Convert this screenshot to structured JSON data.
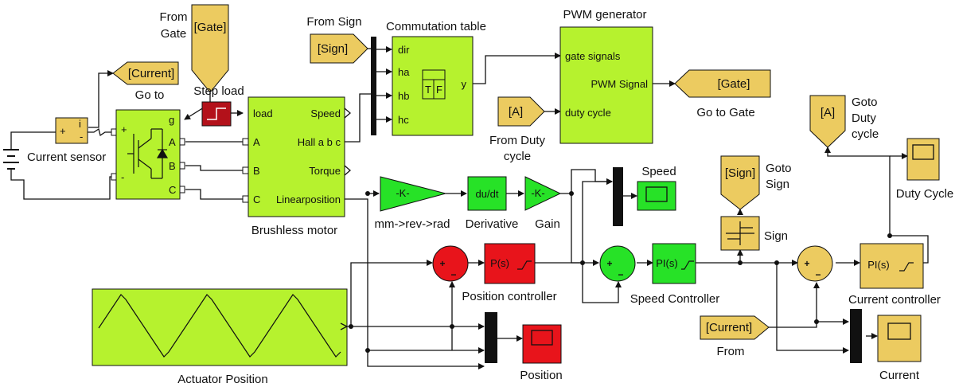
{
  "colors": {
    "lime": "#b6f22e",
    "green": "#27e227",
    "red": "#e8141b",
    "darkred": "#b3111a",
    "gold": "#eccb60",
    "black": "#111111"
  },
  "tags": {
    "from_gate": {
      "title_1": "From",
      "title_2": "Gate",
      "text": "[Gate]"
    },
    "goto_current": {
      "text": "[Current]",
      "caption": "Go to"
    },
    "from_sign": {
      "caption": "From Sign",
      "text": "[Sign]"
    },
    "from_duty": {
      "text": "[A]",
      "caption_1": "From Duty",
      "caption_2": "cycle"
    },
    "goto_gate": {
      "text": "[Gate]",
      "caption": "Go to Gate"
    },
    "goto_duty": {
      "text": "[A]",
      "caption_1": "Goto",
      "caption_2": "Duty",
      "caption_3": "cycle"
    },
    "goto_sign": {
      "text": "[Sign]",
      "caption_1": "Goto",
      "caption_2": "Sign"
    },
    "from_current": {
      "text": "[Current]",
      "caption": "From"
    }
  },
  "blocks": {
    "current_sensor": {
      "caption": "Current sensor",
      "plus": "+",
      "minus": "-",
      "i": "i"
    },
    "inverter": {
      "g": "g",
      "a": "A",
      "b": "B",
      "c": "C",
      "plus": "+",
      "minus": "-"
    },
    "step_load": {
      "caption": "Step load"
    },
    "motor": {
      "caption": "Brushless motor",
      "in": [
        "load",
        "A",
        "B",
        "C"
      ],
      "out": [
        "Speed",
        "Hall a b c",
        "Torque",
        "Linearposition"
      ]
    },
    "commutation": {
      "title": "Commutation table",
      "in": [
        "dir",
        "ha",
        "hb",
        "hc"
      ],
      "out": "y",
      "t": "T",
      "f": "F"
    },
    "pwm": {
      "title": "PWM generator",
      "in_1": "gate signals",
      "in_2": "duty cycle",
      "out": "PWM Signal"
    },
    "mm_gain": {
      "text": "-K-",
      "caption": "mm->rev->rad"
    },
    "derivative": {
      "text": "du/dt",
      "caption": "Derivative"
    },
    "gain": {
      "text": "-K-",
      "caption": "Gain"
    },
    "speed_scope": {
      "caption": "Speed"
    },
    "sign": {
      "caption": "Sign"
    },
    "duty_scope": {
      "caption": "Duty Cycle"
    },
    "position_controller": {
      "text": "P(s)",
      "caption": "Position controller"
    },
    "speed_controller": {
      "text": "PI(s)",
      "caption": "Speed Controller"
    },
    "current_controller": {
      "text": "PI(s)",
      "caption": "Current controller"
    },
    "actuator": {
      "caption": "Actuator Position"
    },
    "position_scope": {
      "caption": "Position"
    },
    "current_scope": {
      "caption": "Current"
    },
    "sum_plus": "+",
    "sum_minus": "−"
  }
}
